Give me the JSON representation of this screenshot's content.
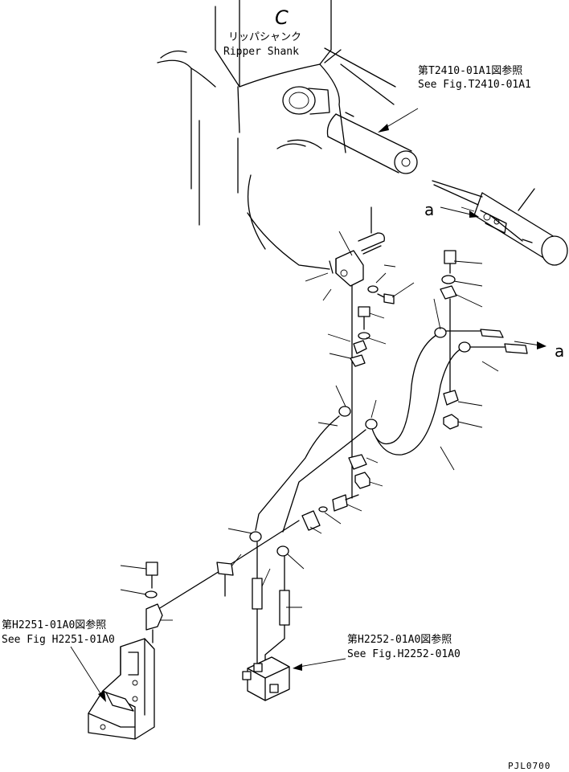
{
  "shank": {
    "letter": "C",
    "label_jp": "リッパシャンク",
    "label_en": "Ripper Shank"
  },
  "refs": {
    "t2410": {
      "jp": "第T2410-01A1図参照",
      "en": "See Fig.T2410-01A1"
    },
    "h2251": {
      "jp": "第H2251-01A0図参照",
      "en": "See Fig H2251-01A0"
    },
    "h2252": {
      "jp": "第H2252-01A0図参照",
      "en": "See Fig.H2252-01A0"
    }
  },
  "markers": {
    "a_left": "a",
    "a_right": "a"
  },
  "drawing_code": "PJL0700"
}
